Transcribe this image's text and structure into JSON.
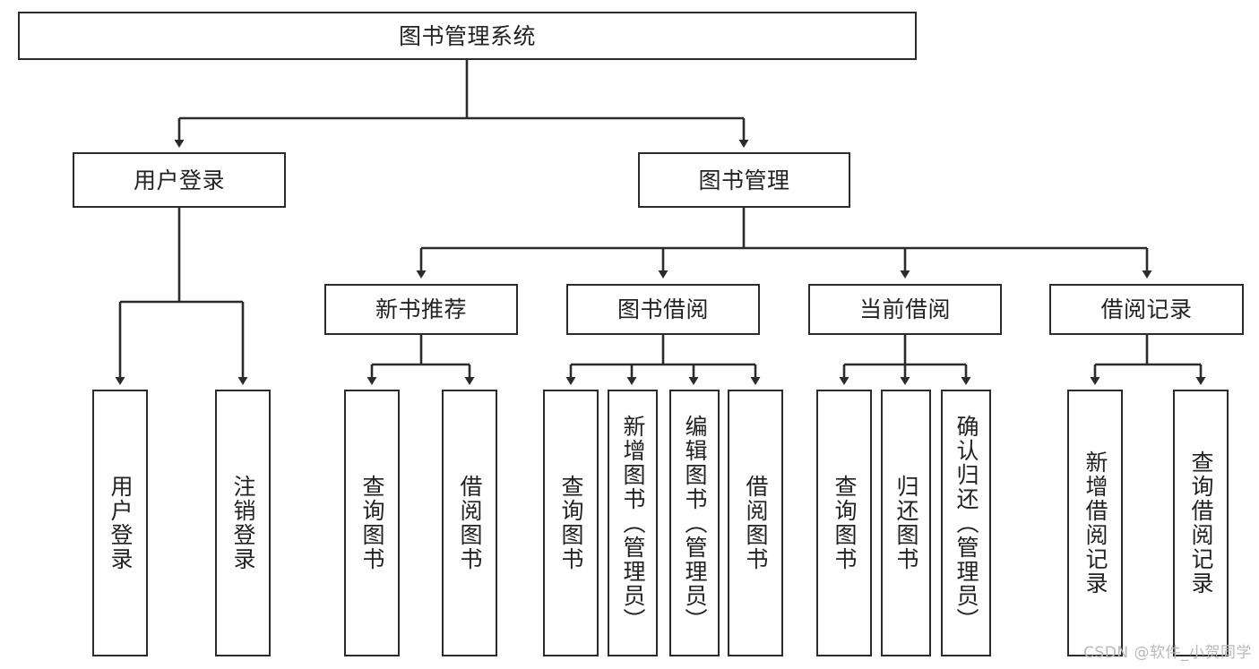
{
  "diagram": {
    "title": "图书管理系统",
    "watermark": "CSDN @软件_小贺同学",
    "root": {
      "label": "图书管理系统"
    },
    "level2": [
      {
        "label": "用户登录"
      },
      {
        "label": "图书管理"
      }
    ],
    "level3": [
      {
        "label": "新书推荐"
      },
      {
        "label": "图书借阅"
      },
      {
        "label": "当前借阅"
      },
      {
        "label": "借阅记录"
      }
    ],
    "leaves": {
      "user_login": [
        {
          "label": "用户登录"
        },
        {
          "label": "注销登录"
        }
      ],
      "new_book_recommend": [
        {
          "label": "查询图书"
        },
        {
          "label": "借阅图书"
        }
      ],
      "book_borrow": [
        {
          "label": "查询图书"
        },
        {
          "label": "新增图书（管理员）"
        },
        {
          "label": "编辑图书（管理员）"
        },
        {
          "label": "借阅图书"
        }
      ],
      "current_borrow": [
        {
          "label": "查询图书"
        },
        {
          "label": "归还图书"
        },
        {
          "label": "确认归还（管理员）"
        }
      ],
      "borrow_record": [
        {
          "label": "新增借阅记录"
        },
        {
          "label": "查询借阅记录"
        }
      ]
    },
    "colors": {
      "stroke": "#2b2b2b",
      "background": "#ffffff",
      "text": "#222222",
      "watermark": "#b9b9b9"
    }
  }
}
